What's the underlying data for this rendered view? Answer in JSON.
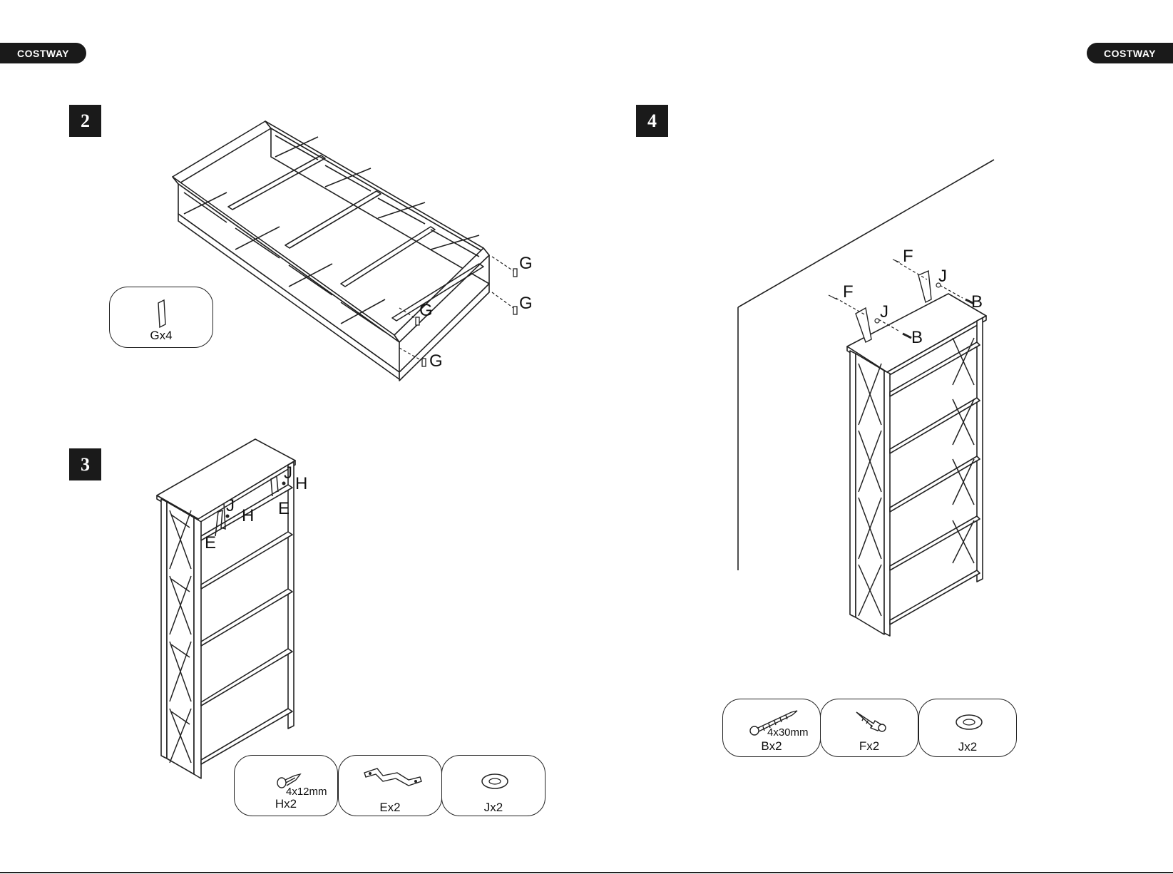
{
  "brand": {
    "left_label": "COSTWAY",
    "right_label": "COSTWAY"
  },
  "steps": [
    {
      "number": "2"
    },
    {
      "number": "3"
    },
    {
      "number": "4"
    }
  ],
  "step2": {
    "callouts": [
      "G",
      "G",
      "G",
      "G"
    ],
    "parts": [
      {
        "label": "Gx4",
        "icon": "dowel-icon"
      }
    ]
  },
  "step3": {
    "callouts": {
      "j1": "J",
      "h1": "H",
      "e1": "E",
      "j2": "J",
      "h2": "H",
      "e2": "E"
    },
    "parts": [
      {
        "label": "Hx2",
        "spec": "4x12mm",
        "icon": "short-screw-icon"
      },
      {
        "label": "Ex2",
        "icon": "anti-tip-strap-icon"
      },
      {
        "label": "Jx2",
        "icon": "washer-icon"
      }
    ]
  },
  "step4": {
    "callouts": {
      "f1": "F",
      "j1": "J",
      "b1": "B",
      "f2": "F",
      "j2": "J",
      "b2": "B"
    },
    "parts": [
      {
        "label": "Bx2",
        "spec": "4x30mm",
        "icon": "long-screw-icon"
      },
      {
        "label": "Fx2",
        "icon": "wall-anchor-icon"
      },
      {
        "label": "Jx2",
        "icon": "washer-icon"
      }
    ]
  }
}
